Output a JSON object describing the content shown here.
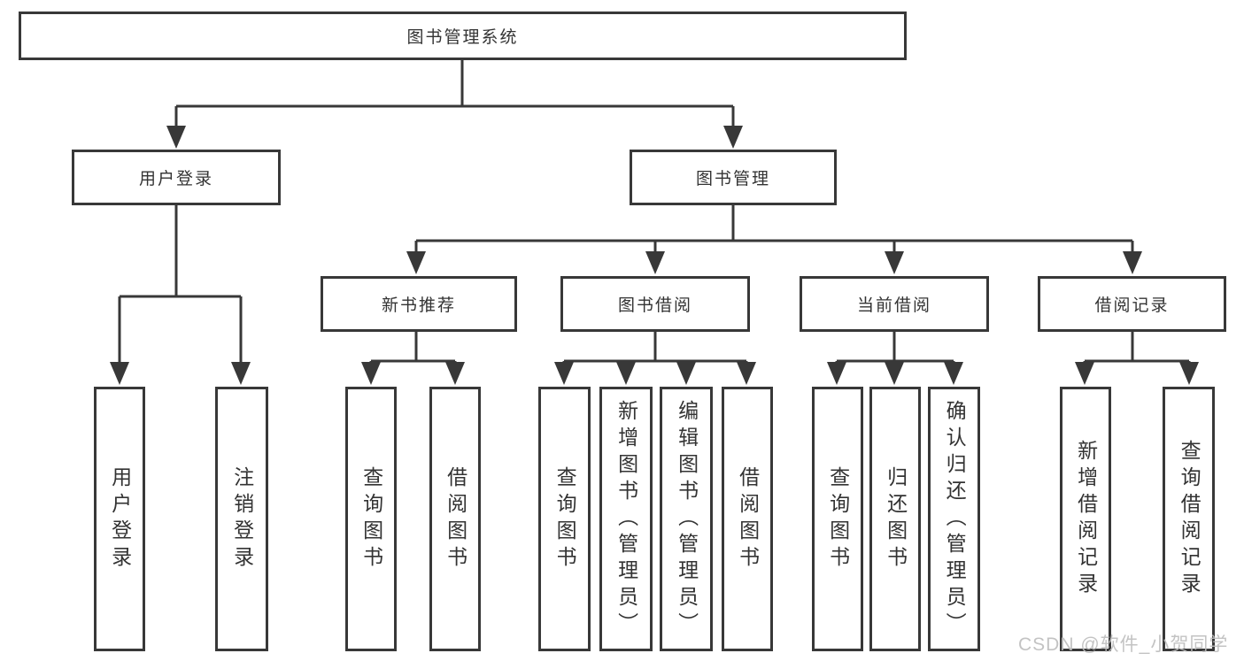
{
  "colors": {
    "background": "#ffffff",
    "line": "#383838",
    "text": "#333333",
    "watermark_text": "#bdbdbd"
  },
  "tree": {
    "root": {
      "label": "图书管理系统",
      "children": [
        {
          "label": "用户登录",
          "children": [
            {
              "label": "用户登录"
            },
            {
              "label": "注销登录"
            }
          ]
        },
        {
          "label": "图书管理",
          "children": [
            {
              "label": "新书推荐",
              "children": [
                {
                  "label": "查询图书"
                },
                {
                  "label": "借阅图书"
                }
              ]
            },
            {
              "label": "图书借阅",
              "children": [
                {
                  "label": "查询图书"
                },
                {
                  "label": "新增图书（管理员）"
                },
                {
                  "label": "编辑图书（管理员）"
                },
                {
                  "label": "借阅图书"
                }
              ]
            },
            {
              "label": "当前借阅",
              "children": [
                {
                  "label": "查询图书"
                },
                {
                  "label": "归还图书"
                },
                {
                  "label": "确认归还（管理员）"
                }
              ]
            },
            {
              "label": "借阅记录",
              "children": [
                {
                  "label": "新增借阅记录"
                },
                {
                  "label": "查询借阅记录"
                }
              ]
            }
          ]
        }
      ]
    }
  },
  "watermark": {
    "text": "CSDN @软件_小贺同学"
  }
}
